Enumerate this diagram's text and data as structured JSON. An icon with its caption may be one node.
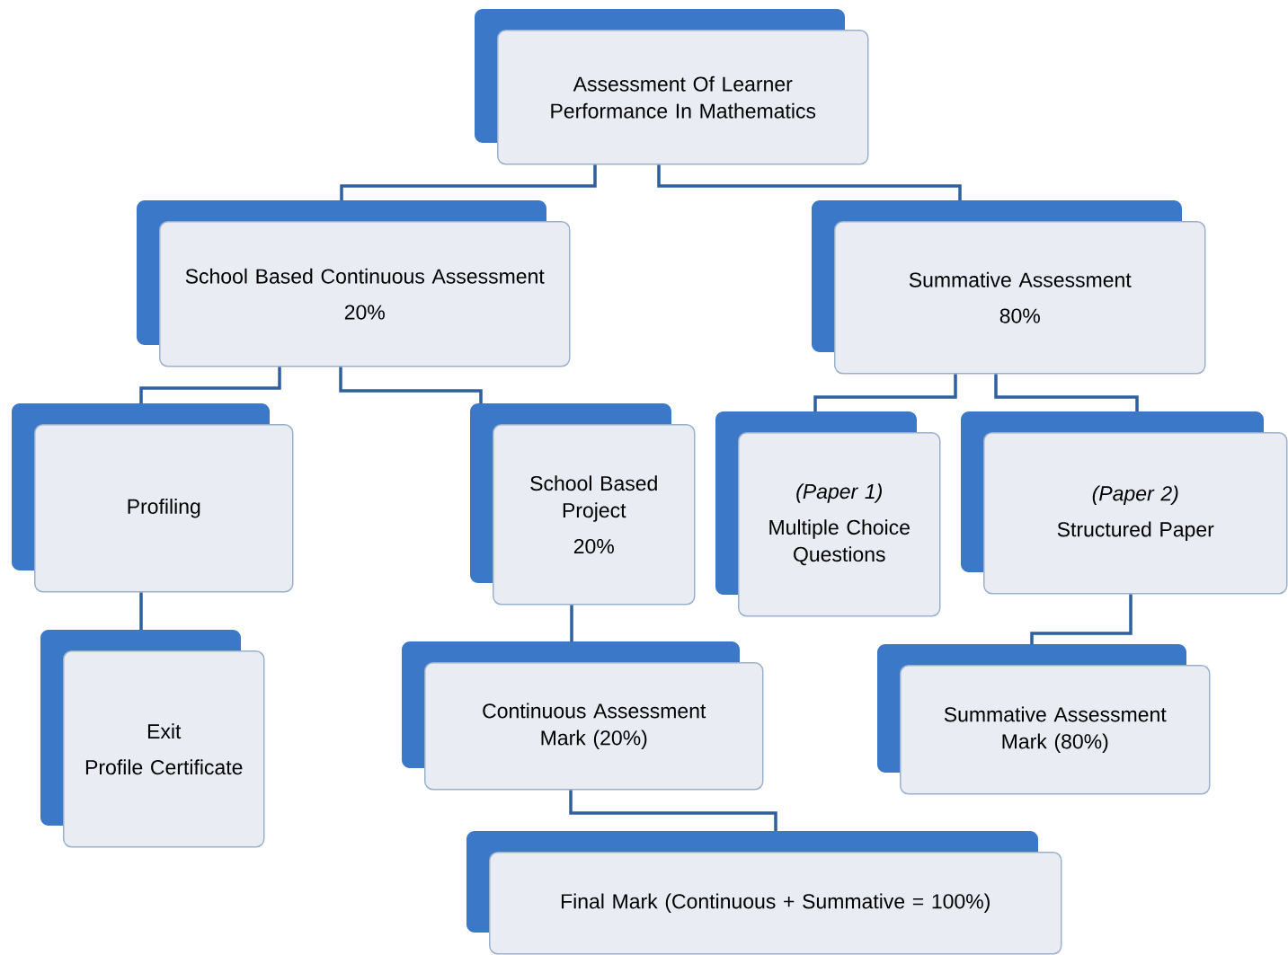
{
  "diagram": {
    "nodes": [
      {
        "text": [
          "Assessment Of Learner Performance In Mathematics"
        ]
      },
      {
        "text": [
          "School Based Continuous Assessment",
          "20%"
        ]
      },
      {
        "text": [
          "Summative Assessment",
          "80%"
        ]
      },
      {
        "text": [
          "Profiling"
        ]
      },
      {
        "text": [
          "School Based Project",
          "20%"
        ]
      },
      {
        "text": [
          "(Paper 1)",
          "Multiple Choice Questions"
        ]
      },
      {
        "text": [
          "(Paper 2)",
          "Structured Paper"
        ]
      },
      {
        "text": [
          "Exit",
          "Profile Certificate"
        ]
      },
      {
        "text": [
          "Continuous Assessment Mark (20%)"
        ]
      },
      {
        "text": [
          "Summative Assessment Mark (80%)"
        ]
      },
      {
        "text": [
          "Final Mark (Continuous + Summative = 100%)"
        ]
      }
    ],
    "edges": [
      {
        "from": 0,
        "to": 1,
        "arrow": "none"
      },
      {
        "from": 0,
        "to": 2,
        "arrow": "none"
      },
      {
        "from": 1,
        "to": 3,
        "arrow": "none"
      },
      {
        "from": 1,
        "to": 4,
        "arrow": "none"
      },
      {
        "from": 2,
        "to": 5,
        "arrow": "none"
      },
      {
        "from": 2,
        "to": 6,
        "arrow": "none"
      },
      {
        "from": 3,
        "to": 7,
        "arrow": "none"
      },
      {
        "from": 4,
        "to": 8,
        "arrow": "none"
      },
      {
        "from": 6,
        "to": 9,
        "arrow": "none"
      },
      {
        "from": 8,
        "to": 10,
        "arrow": "none"
      }
    ]
  }
}
